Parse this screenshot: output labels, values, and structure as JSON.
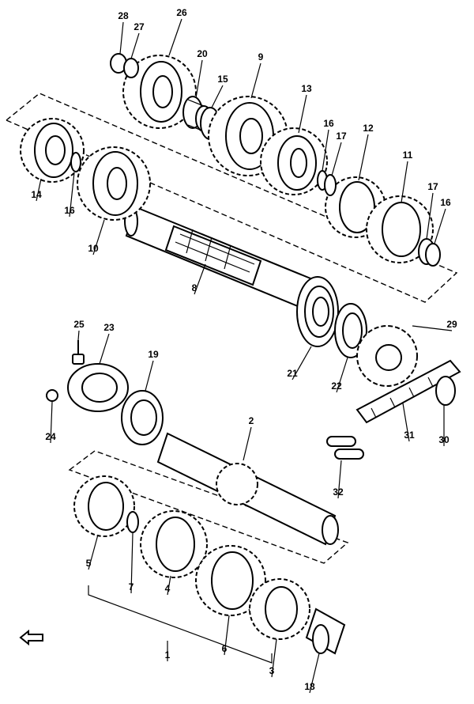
{
  "callouts": {
    "c1": "1",
    "c2": "2",
    "c3": "3",
    "c4": "4",
    "c5": "5",
    "c6": "6",
    "c7": "7",
    "c8": "8",
    "c9": "9",
    "c10": "10",
    "c11": "11",
    "c12": "12",
    "c13": "13",
    "c14": "14",
    "c15": "15",
    "c16a": "16",
    "c16b": "16",
    "c16c": "16",
    "c17a": "17",
    "c17b": "17",
    "c18": "18",
    "c19": "19",
    "c20": "20",
    "c21": "21",
    "c22": "22",
    "c23": "23",
    "c24": "24",
    "c25": "25",
    "c26": "26",
    "c27": "27",
    "c28": "28",
    "c29": "29",
    "c30": "30",
    "c31": "31",
    "c32": "32"
  },
  "icons": {
    "orientation": "front-arrow-icon"
  }
}
